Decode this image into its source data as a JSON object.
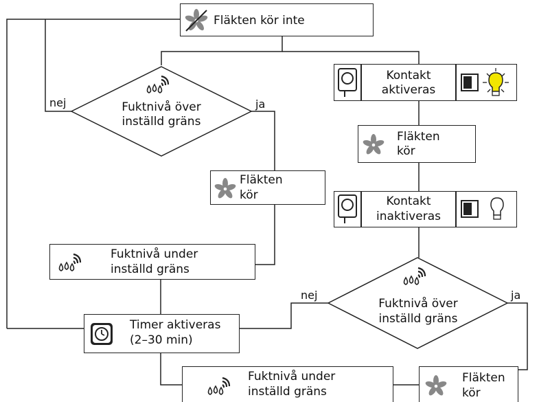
{
  "nodes": {
    "fan_not_running": {
      "label": "Fläkten kör inte"
    },
    "decision_humidity_above_1": {
      "line1": "Fuktnivå över",
      "line2": "inställd gräns"
    },
    "contact_activated": {
      "line1": "Kontakt",
      "line2": "aktiveras"
    },
    "fan_runs_right": {
      "line1": "Fläkten",
      "line2": "kör"
    },
    "fan_runs_mid": {
      "line1": "Fläkten",
      "line2": "kör"
    },
    "contact_deactivated": {
      "line1": "Kontakt",
      "line2": "inaktiveras"
    },
    "humidity_below_1": {
      "line1": "Fuktnivå under",
      "line2": "inställd gräns"
    },
    "decision_humidity_above_2": {
      "line1": "Fuktnivå över",
      "line2": "inställd gräns"
    },
    "timer_activated": {
      "line1": "Timer aktiveras",
      "line2": "(2–30 min)"
    },
    "humidity_below_2": {
      "line1": "Fuktnivå under",
      "line2": "inställd gräns"
    },
    "fan_runs_bottom": {
      "line1": "Fläkten",
      "line2": "kör"
    }
  },
  "edge_labels": {
    "no": "nej",
    "yes": "ja"
  },
  "icons": [
    "fan-icon",
    "humidity-drops-icon",
    "wall-switch-icon",
    "light-bulb-on-icon",
    "light-bulb-off-icon",
    "contact-plug-icon",
    "timer-icon"
  ],
  "colors": {
    "line": "#222222",
    "fan_gray": "#888888",
    "bulb_on": "#f2e600"
  }
}
